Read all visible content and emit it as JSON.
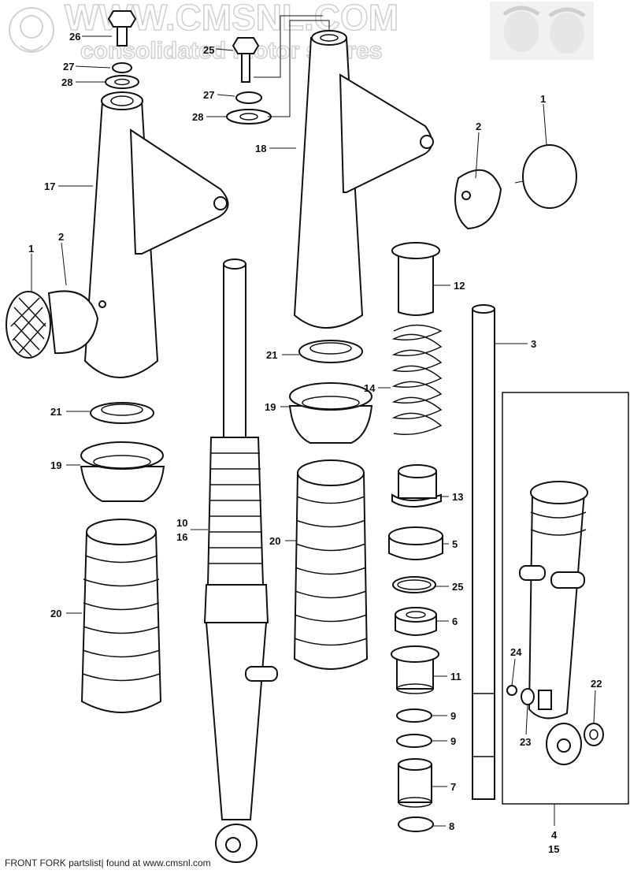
{
  "watermark": {
    "line1": "WWW.CMSNL.COM",
    "line2": "consolidated motor spares"
  },
  "caption": "FRONT FORK partslist| found at www.cmsnl.com",
  "callouts": [
    "26",
    "27",
    "28",
    "25",
    "27",
    "28",
    "18",
    "17",
    "1",
    "2",
    "1",
    "2",
    "12",
    "3",
    "21",
    "14",
    "21",
    "19",
    "19",
    "10",
    "16",
    "13",
    "20",
    "5",
    "20",
    "25",
    "6",
    "11",
    "24",
    "22",
    "9",
    "9",
    "23",
    "7",
    "8",
    "4",
    "15"
  ],
  "colors": {
    "ink": "#111111",
    "watermark": "#d2d2d2",
    "background": "#ffffff"
  }
}
